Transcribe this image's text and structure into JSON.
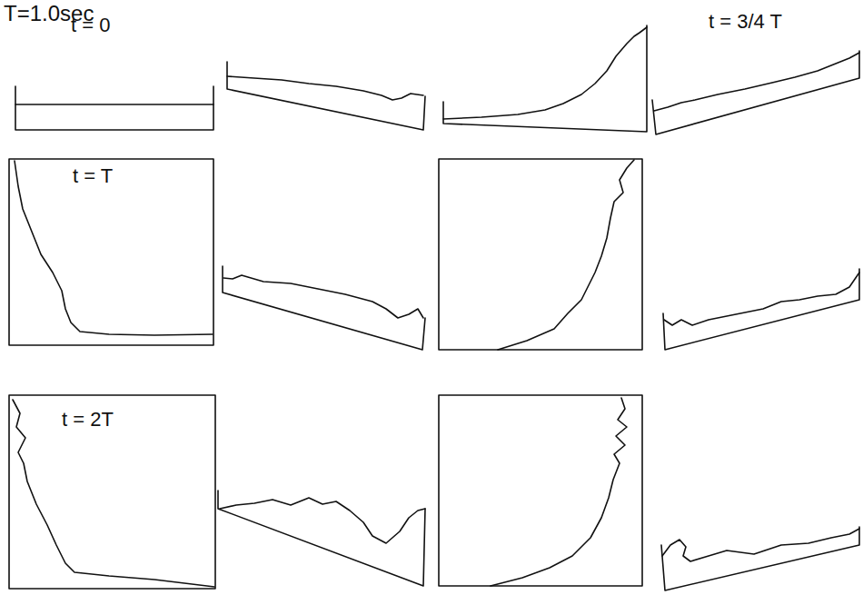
{
  "diagram": {
    "labels": [
      "T=1.0sec",
      "t = 0",
      "t = 3/4 T",
      "t = T",
      "t = 2T"
    ]
  }
}
